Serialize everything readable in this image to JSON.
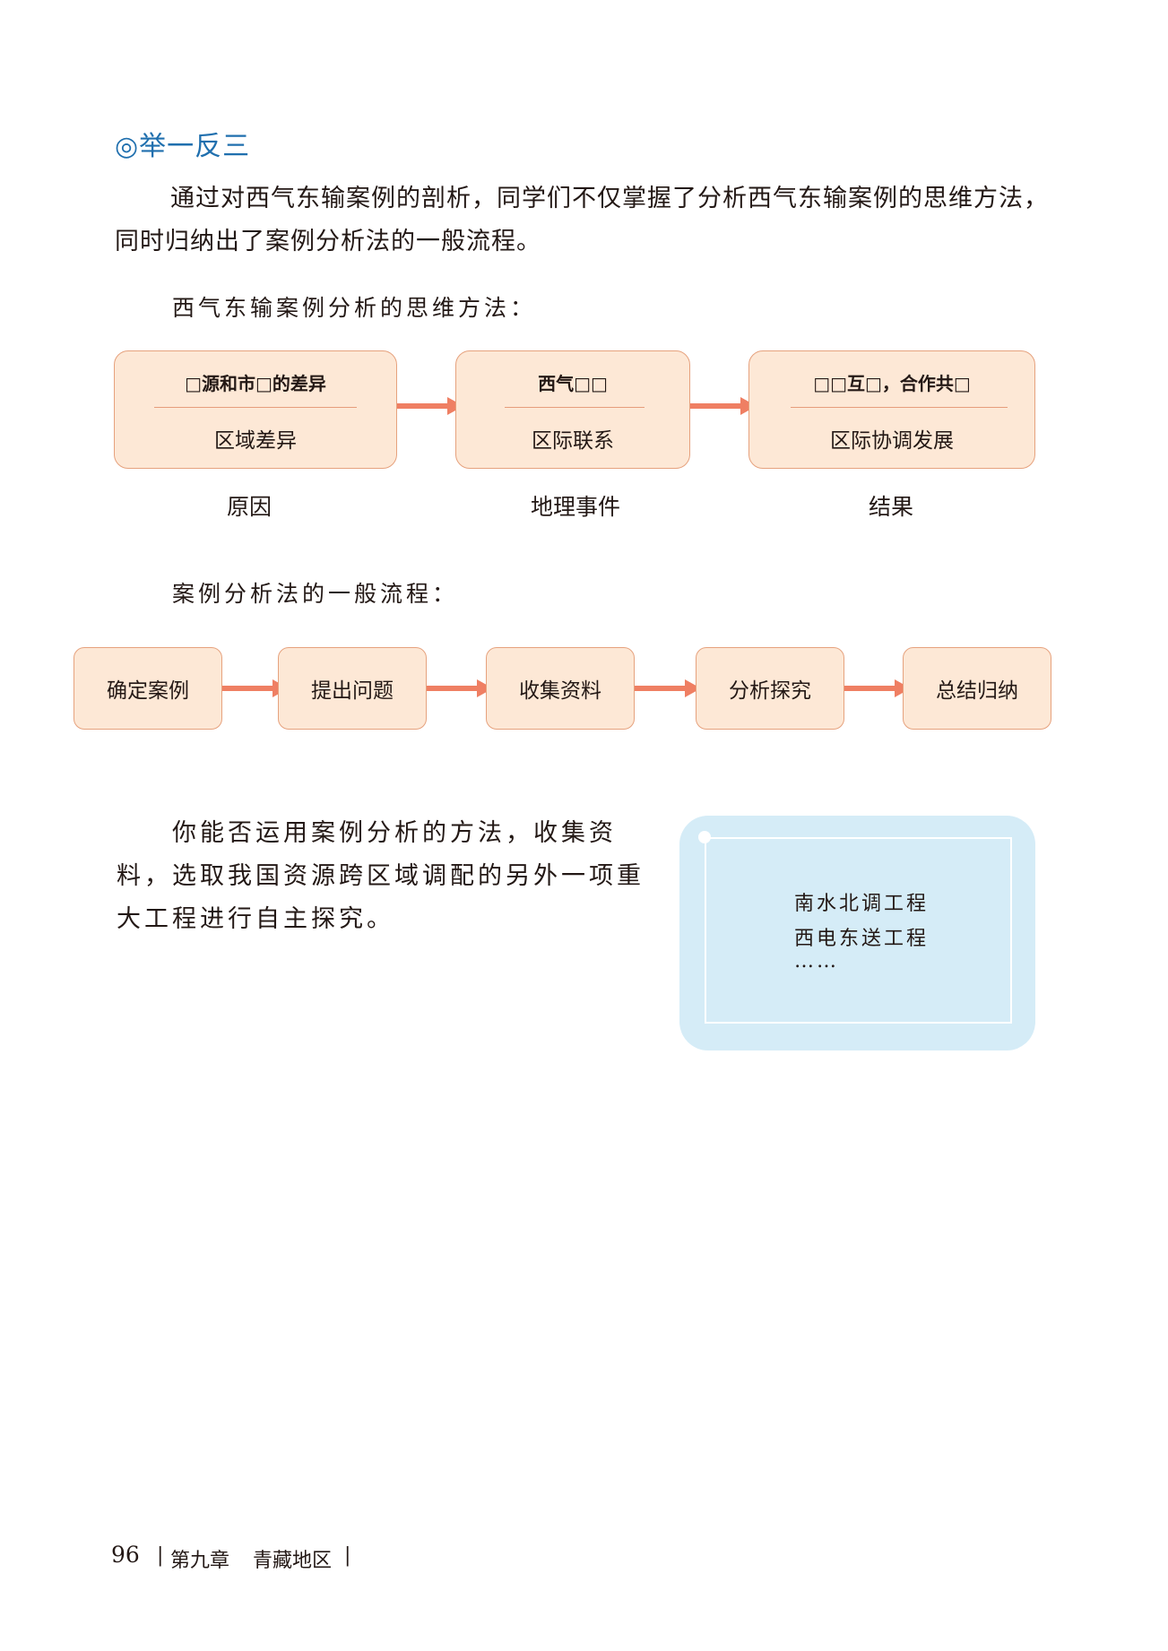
{
  "section_title": "◎举一反三",
  "intro_text": "通过对西气东输案例的剖析，同学们不仅掌握了分析西气东输案例的思维方法，同时归纳出了案例分析法的一般流程。",
  "thinking_method": {
    "heading": "西气东输案例分析的思维方法：",
    "boxes": [
      {
        "top": "□源和市□的差异",
        "bottom": "区域差异",
        "caption": "原因"
      },
      {
        "top": "西气□□",
        "bottom": "区际联系",
        "caption": "地理事件"
      },
      {
        "top": "□□互□，合作共□",
        "bottom": "区际协调发展",
        "caption": "结果"
      }
    ]
  },
  "general_process": {
    "heading": "案例分析法的一般流程：",
    "steps": [
      "确定案例",
      "提出问题",
      "收集资料",
      "分析探究",
      "总结归纳"
    ]
  },
  "question_text": "你能否运用案例分析的方法，收集资料，选取我国资源跨区域调配的另外一项重大工程进行自主探究。",
  "note": {
    "lines": [
      "南水北调工程",
      "西电东送工程",
      "……"
    ]
  },
  "footer": {
    "page_number": "96",
    "chapter": "第九章",
    "section": "青藏地区"
  }
}
